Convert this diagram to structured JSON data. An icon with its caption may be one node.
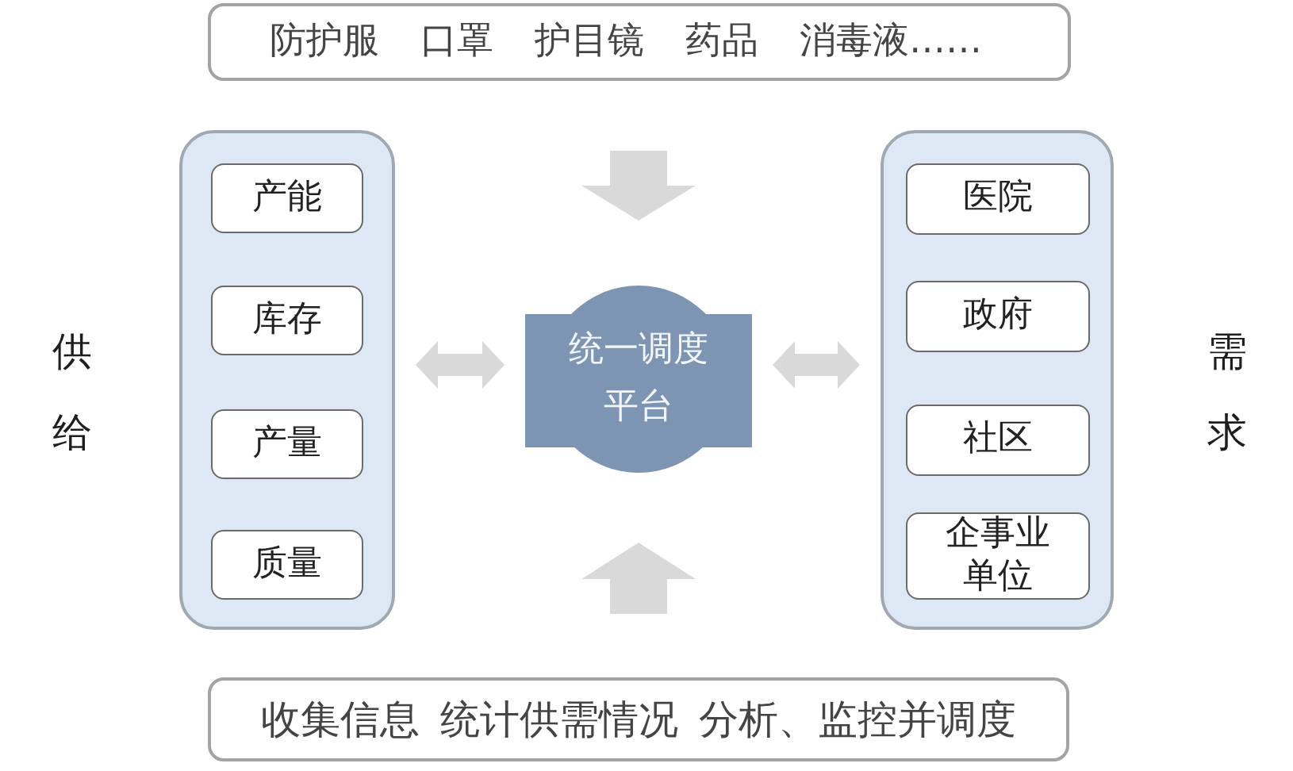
{
  "diagram": {
    "nodes": [
      {
        "text": [
          "防护服",
          "口罩",
          "护目镜",
          "药品",
          "消毒液……"
        ]
      },
      {
        "text": [
          "供给"
        ]
      },
      {
        "text": [
          "产能"
        ],
        "in": 1
      },
      {
        "text": [
          "库存"
        ],
        "in": 1
      },
      {
        "text": [
          "产量"
        ],
        "in": 1
      },
      {
        "text": [
          "质量"
        ],
        "in": 1
      },
      {
        "text": [
          "统一调度平台"
        ]
      },
      {
        "text": [
          "需求"
        ]
      },
      {
        "text": [
          "医院"
        ],
        "in": 7
      },
      {
        "text": [
          "政府"
        ],
        "in": 7
      },
      {
        "text": [
          "社区"
        ],
        "in": 7
      },
      {
        "text": [
          "企事业单位"
        ],
        "in": 7
      },
      {
        "text": [
          "收集信息",
          "统计供需情况",
          "分析、监控并调度"
        ]
      }
    ],
    "edges": [
      {
        "from": 0,
        "to": 6,
        "arrow": "to"
      },
      {
        "from": 1,
        "to": 6,
        "arrow": "both"
      },
      {
        "from": 6,
        "to": 7,
        "arrow": "both"
      },
      {
        "from": 12,
        "to": 6,
        "arrow": "to"
      }
    ]
  }
}
